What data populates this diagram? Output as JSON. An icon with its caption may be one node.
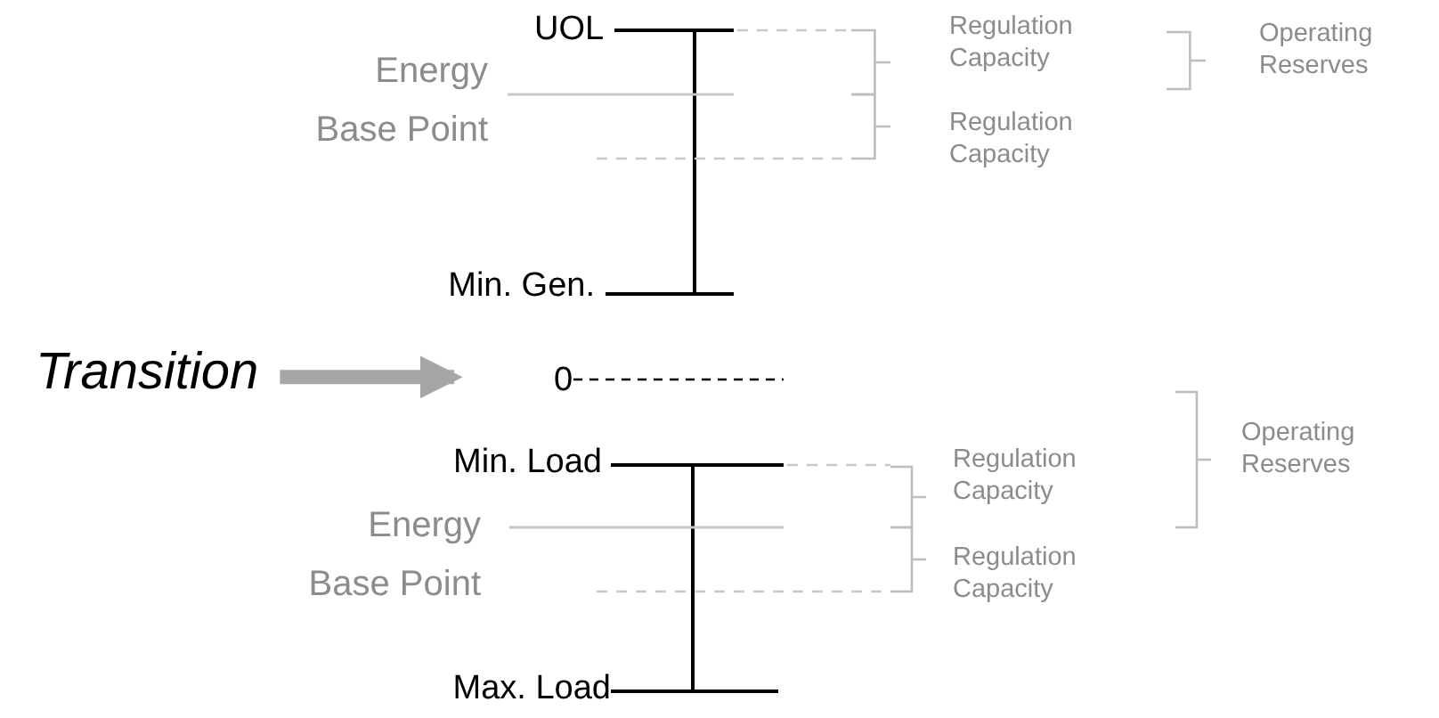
{
  "diagram": {
    "nodes": [
      {
        "text": [
          "Transition"
        ]
      },
      {
        "text": [
          "0"
        ]
      }
    ],
    "edges": [
      {
        "from": 0,
        "to": 1,
        "arrow": "to",
        "color": "#a6a6a6"
      }
    ],
    "labels": [
      "UOL",
      "Regulation Capacity",
      "Operating Reserves",
      "Energy Base Point",
      "Regulation Capacity",
      "Min. Gen.",
      "Operating Reserves",
      "Min. Load",
      "Regulation Capacity",
      "Energy Base Point",
      "Regulation Capacity",
      "Max. Load"
    ]
  }
}
